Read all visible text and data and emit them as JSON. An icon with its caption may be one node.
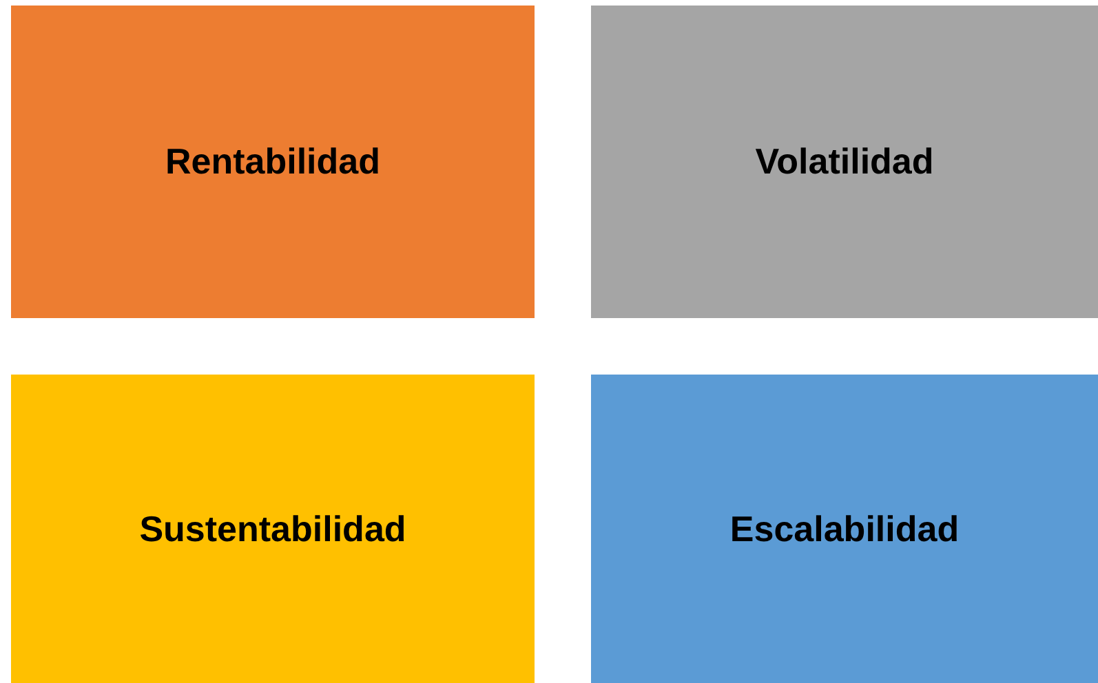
{
  "diagram": {
    "nodes": [
      {
        "text": [
          "Rentabilidad"
        ]
      },
      {
        "text": [
          "Volatilidad"
        ]
      },
      {
        "text": [
          "Sustentabilidad"
        ]
      },
      {
        "text": [
          "Escalabilidad"
        ]
      }
    ]
  }
}
